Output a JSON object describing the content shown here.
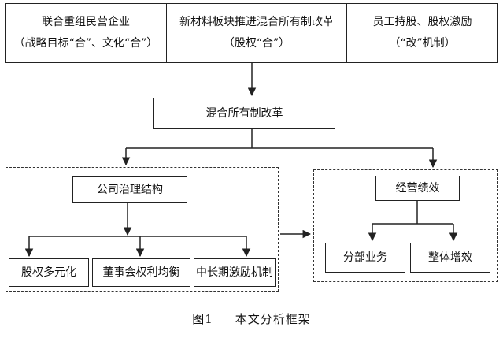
{
  "top_boxes": [
    {
      "line1": "联合重组民营企业",
      "line2": "（战略目标“合”、文化“合”）"
    },
    {
      "line1": "新材料板块推进混合所有制改革",
      "line2": "（股权“合”）"
    },
    {
      "line1": "员工持股、股权激励",
      "line2": "（“改”机制）"
    }
  ],
  "center_box": "混合所有制改革",
  "left_group": {
    "head": "公司治理结构",
    "items": [
      "股权多元化",
      "董事会权利均衡",
      "中长期激励机制"
    ]
  },
  "right_group": {
    "head": "经营绩效",
    "items": [
      "分部业务",
      "整体增效"
    ]
  },
  "caption": {
    "figure": "图1",
    "title": "本文分析框架"
  }
}
